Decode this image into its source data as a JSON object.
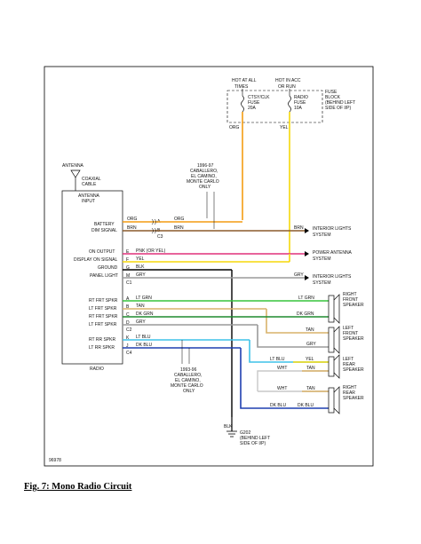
{
  "caption": "Fig. 7: Mono Radio Circuit",
  "diagram_id": "96978",
  "fuse_block": {
    "hot_at_all_times": [
      "HOT AT ALL",
      "TIMES"
    ],
    "hot_in_acc": [
      "HOT IN ACC",
      "OR RUN"
    ],
    "fuse1": [
      "CTSY/CLK",
      "FUSE",
      "20A"
    ],
    "fuse2": [
      "RADIO",
      "FUSE",
      "10A"
    ],
    "label": [
      "FUSE",
      "BLOCK",
      "(BEHIND LEFT",
      "SIDE OF I/P)"
    ]
  },
  "fuse_wires": {
    "left": "ORG",
    "right": "YEL"
  },
  "antenna": {
    "label": "ANTENNA",
    "cable": [
      "COAXIAL",
      "CABLE"
    ]
  },
  "radio": {
    "name": "RADIO",
    "labels": {
      "antenna_input": [
        "ANTENNA",
        "INPUT"
      ],
      "battery": "BATTERY",
      "dim": "DIM SIGNAL",
      "on_output": "ON OUTPUT",
      "display_on": "DISPLAY ON SIGNAL",
      "ground": "GROUND",
      "panel_light": "PANEL LIGHT",
      "rt_frt_1": "RT FRT SPKR",
      "lt_frt_1": "LT FRT SPKR",
      "rt_frt_2": "RT FRT SPKR",
      "lt_frt_2": "LT FRT SPKR",
      "rt_rr": "RT RR SPKR",
      "lt_rr": "LT RR SPKR"
    }
  },
  "pins": {
    "a_top": "A",
    "b_top": "B",
    "c3": "C3",
    "e": "E",
    "f": "F",
    "g": "G",
    "m": "M",
    "c1": "C1",
    "a": "A",
    "b": "B",
    "c": "C",
    "d": "D",
    "c2": "C2",
    "k": "K",
    "j": "J",
    "c4": "C4"
  },
  "wire_labels": {
    "org1": "ORG",
    "brn1": "BRN",
    "org2": "ORG",
    "brn2": "BRN",
    "pnk": "PNK (OR YEL)",
    "yel": "YEL",
    "blk": "BLK",
    "gry": "GRY",
    "ltgrn": "LT GRN",
    "tan": "TAN",
    "dkgrn": "DK GRN",
    "gry2": "GRY",
    "ltblu": "LT BLU",
    "dkblu": "DK BLU",
    "brn_right": "BRN",
    "gry_right": "GRY",
    "sp_ltgrn": "LT GRN",
    "sp_dkgrn": "DK GRN",
    "sp_tan": "TAN",
    "sp_gry": "GRY",
    "sp_ltblu": "LT BLU",
    "sp_yel": "YEL",
    "sp_wht1": "WHT",
    "sp_tan2": "TAN",
    "sp_wht2": "WHT",
    "sp_tan3": "TAN",
    "sp_dkblu1": "DK BLU",
    "sp_dkblu2": "DK BLU",
    "blk_bottom": "BLK"
  },
  "notes": {
    "years_top": [
      "1996-97",
      "CABALLERO,",
      "EL CAMINO,",
      "MONTE CARLO",
      "ONLY"
    ],
    "years_bottom": [
      "1993-96",
      "CABALLERO,",
      "EL CAMINO,",
      "MONTE CARLO",
      "ONLY"
    ]
  },
  "destinations": {
    "interior": [
      "INTERIOR LIGHTS",
      "SYSTEM"
    ],
    "power_antenna": [
      "POWER ANTENNA",
      "SYSTEM"
    ],
    "interior2": [
      "INTERIOR LIGHTS",
      "SYSTEM"
    ]
  },
  "speakers": {
    "rf": [
      "RIGHT",
      "FRONT",
      "SPEAKER"
    ],
    "lf": [
      "LEFT",
      "FRONT",
      "SPEAKER"
    ],
    "lr": [
      "LEFT",
      "REAR",
      "SPEAKER"
    ],
    "rr": [
      "RIGHT",
      "REAR",
      "SPEAKER"
    ]
  },
  "ground": {
    "id": "G202",
    "location": [
      "(BEHIND LEFT",
      "SIDE OF I/P)"
    ]
  },
  "colors": {
    "org": "#f39c12",
    "yel": "#f5d90a",
    "brn": "#8a5a2b",
    "pnk": "#e0307a",
    "gry": "#9a9a9a",
    "ltgrn": "#36c43c",
    "tan": "#d9b26a",
    "dkgrn": "#1e8a2e",
    "ltblu": "#3fc2e8",
    "dkblu": "#1f3fb0",
    "blk": "#000000",
    "wht": "#c8c8c8"
  }
}
